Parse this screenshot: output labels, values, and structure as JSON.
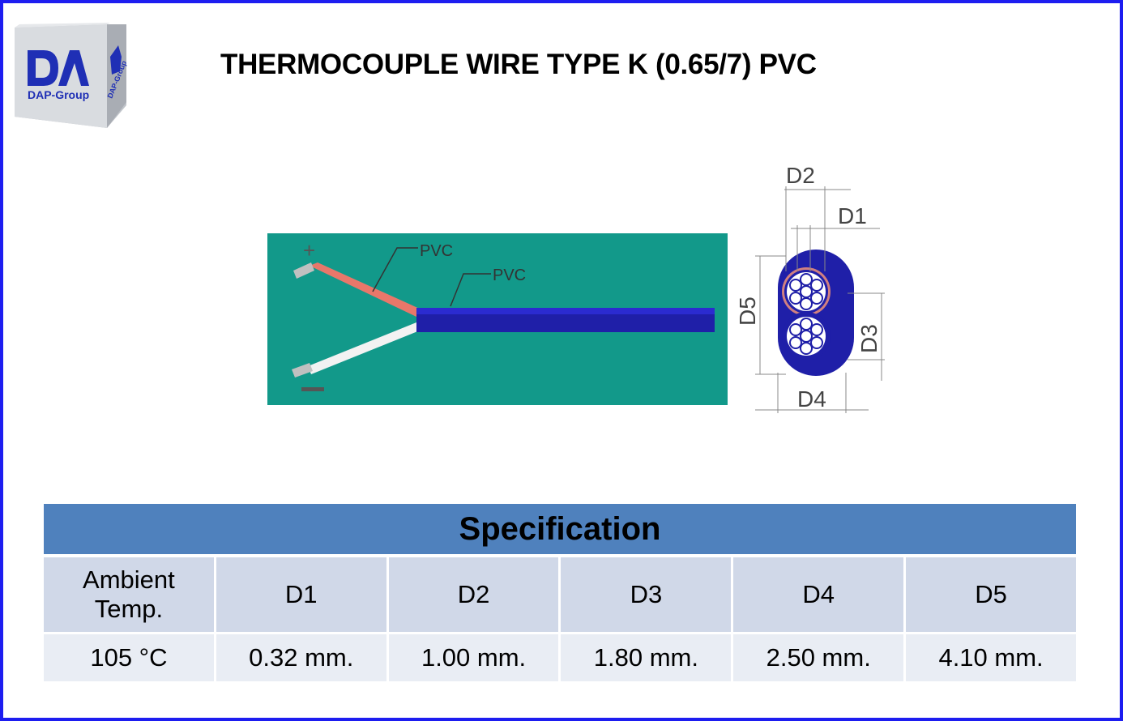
{
  "logo": {
    "text": "DAP-Group",
    "side_text": "DAP-Group"
  },
  "title": "THERMOCOUPLE WIRE TYPE K (0.65/7) PVC",
  "drawing": {
    "labels": {
      "pvc_inner": "PVC",
      "pvc_outer": "PVC",
      "plus": "+",
      "minus": "−",
      "d1": "D1",
      "d2": "D2",
      "d3": "D3",
      "d4": "D4",
      "d5": "D5"
    },
    "colors": {
      "background": "#12998a",
      "jacket": "#1f1fa8",
      "red_core": "#e8776a",
      "white_core": "#f2f2f2"
    }
  },
  "spec": {
    "header": "Specification",
    "columns": [
      "Ambient Temp.",
      "D1",
      "D2",
      "D3",
      "D4",
      "D5"
    ],
    "values": [
      "105 °C",
      "0.32 mm.",
      "1.00 mm.",
      "1.80 mm.",
      "2.50 mm.",
      "4.10 mm."
    ]
  }
}
